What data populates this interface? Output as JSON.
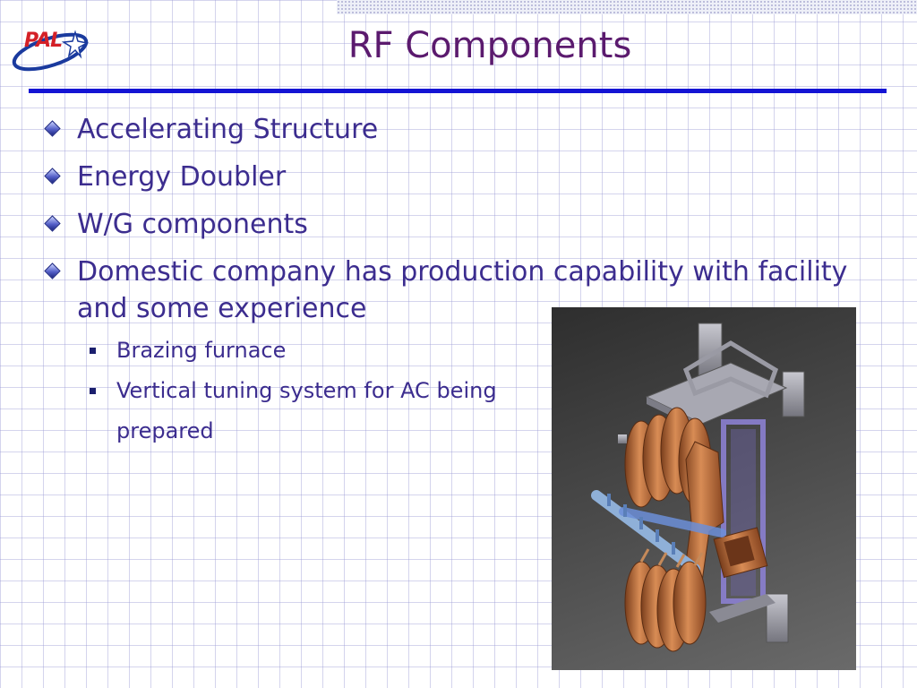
{
  "logo": {
    "text": "PAL"
  },
  "title": "RF Components",
  "bullets": [
    "Accelerating Structure",
    "Energy Doubler",
    "W/G components",
    "Domestic company has production capability with facility and some experience"
  ],
  "sub_bullets": [
    "Brazing furnace",
    "Vertical tuning system for AC being prepared"
  ],
  "colors": {
    "title": "#5b1a6e",
    "text": "#3c2d8f",
    "rule": "#1414d4",
    "logo_red": "#d42027",
    "logo_blue": "#1a3a9e",
    "copper": "#c27a4a",
    "steel": "#9a9aa4",
    "frame_purple": "#8b7fd0"
  },
  "icons": {
    "bullet": "diamond-bullet-icon",
    "sub_bullet": "square-bullet-icon"
  }
}
